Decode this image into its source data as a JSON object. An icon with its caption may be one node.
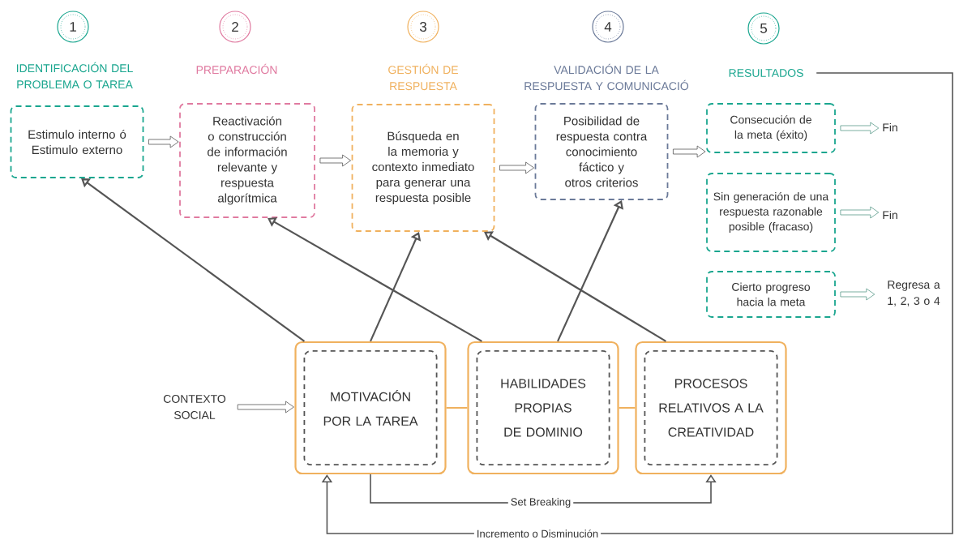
{
  "diagram": {
    "nodes": [
      {
        "text": [
          "1"
        ]
      },
      {
        "text": [
          "IDENTIFICACIÓN DEL PROBLEMA O TAREA",
          "Estimulo interno ó Estimulo externo"
        ]
      },
      {
        "text": [
          "2"
        ]
      },
      {
        "text": [
          "PREPARACIÓN",
          "Reactivación o construcción de información relevante y respuesta algorítmica"
        ]
      },
      {
        "text": [
          "3"
        ]
      },
      {
        "text": [
          "GESTIÓN DE RESPUESTA",
          "Búsqueda en la memoria y contexto inmediato para generar una respuesta posible"
        ]
      },
      {
        "text": [
          "4"
        ]
      },
      {
        "text": [
          "VALIDACIÓN DE LA RESPUESTA Y COMUNICACIÓ",
          "Posibilidad de respuesta contra conocimiento fáctico y otros criterios"
        ]
      },
      {
        "text": [
          "5"
        ]
      },
      {
        "text": [
          "RESULTADOS"
        ]
      },
      {
        "text": [
          "Consecución de la meta (éxito)"
        ]
      },
      {
        "text": [
          "Fin"
        ]
      },
      {
        "text": [
          "Sin generación de una respuesta razonable posible (fracaso)"
        ]
      },
      {
        "text": [
          "Fin"
        ]
      },
      {
        "text": [
          "Cierto progreso hacia la meta"
        ]
      },
      {
        "text": [
          "Regresa a 1, 2, 3 o 4"
        ]
      },
      {
        "text": [
          "CONTEXTO SOCIAL"
        ]
      },
      {
        "text": [
          "MOTIVACIÓN POR LA TAREA"
        ]
      },
      {
        "text": [
          "HABILIDADES PROPIAS DE DOMINIO"
        ]
      },
      {
        "text": [
          "PROCESOS RELATIVOS A LA CREATIVIDAD"
        ]
      }
    ],
    "edges": [
      {
        "from": 1,
        "to": 3,
        "arrow": "to"
      },
      {
        "from": 3,
        "to": 5,
        "arrow": "to"
      },
      {
        "from": 5,
        "to": 7,
        "arrow": "to"
      },
      {
        "from": 7,
        "to": 10,
        "arrow": "to"
      },
      {
        "from": 10,
        "to": 11,
        "arrow": "to",
        "color": "#5a9a8a"
      },
      {
        "from": 12,
        "to": 13,
        "arrow": "to",
        "color": "#5a9a8a"
      },
      {
        "from": 14,
        "to": 15,
        "arrow": "to",
        "color": "#5a9a8a"
      },
      {
        "from": 16,
        "to": 17,
        "arrow": "to"
      },
      {
        "from": 17,
        "to": 1,
        "arrow": "to"
      },
      {
        "from": 17,
        "to": 5,
        "arrow": "to"
      },
      {
        "from": 18,
        "to": 3,
        "arrow": "to"
      },
      {
        "from": 18,
        "to": 7,
        "arrow": "to"
      },
      {
        "from": 19,
        "to": 5,
        "arrow": "to"
      },
      {
        "from": 17,
        "to": 18,
        "arrow": "none",
        "color": "#f0b15e"
      },
      {
        "from": 18,
        "to": 19,
        "arrow": "none",
        "color": "#f0b15e"
      },
      {
        "from": 17,
        "to": 19,
        "arrow": "to",
        "label": "Set Breaking"
      },
      {
        "from": 9,
        "to": 17,
        "arrow": "to",
        "label": "Incremento o Disminución"
      }
    ]
  }
}
